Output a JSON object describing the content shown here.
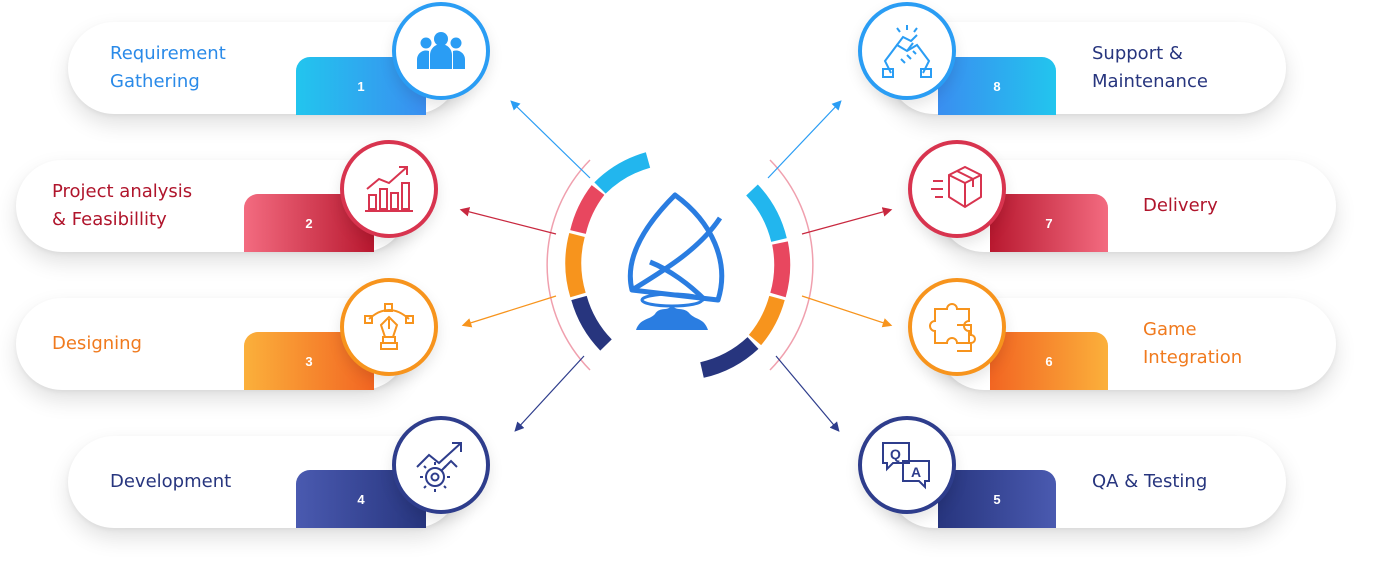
{
  "steps": [
    {
      "number": "1",
      "label": "Requirement\nGathering",
      "icon": "team-icon",
      "color": "#2a9df4",
      "tab_from": "#22c5ee",
      "tab_to": "#3a8ef0",
      "text_color": "#2a8ae8"
    },
    {
      "number": "2",
      "label": "Project analysis\n& Feasibillity",
      "icon": "growth-chart-icon",
      "color": "#d8344f",
      "tab_from": "#f36b80",
      "tab_to": "#b8182f",
      "text_color": "#b0152c"
    },
    {
      "number": "3",
      "label": "Designing",
      "icon": "pen-tool-icon",
      "color": "#f7941d",
      "tab_from": "#fbb03b",
      "tab_to": "#f26522",
      "text_color": "#f07a1e"
    },
    {
      "number": "4",
      "label": "Development",
      "icon": "gear-growth-icon",
      "color": "#2e3d8c",
      "tab_from": "#4a5ab0",
      "tab_to": "#27357e",
      "text_color": "#27357e"
    },
    {
      "number": "5",
      "label": "QA & Testing",
      "icon": "qa-chat-icon",
      "color": "#2e3d8c",
      "tab_from": "#27357e",
      "tab_to": "#4a5ab0",
      "text_color": "#27357e"
    },
    {
      "number": "6",
      "label": "Game\nIntegration",
      "icon": "puzzle-icon",
      "color": "#f7941d",
      "tab_from": "#f26522",
      "tab_to": "#fbb03b",
      "text_color": "#f07a1e"
    },
    {
      "number": "7",
      "label": "Delivery",
      "icon": "delivery-box-icon",
      "color": "#d8344f",
      "tab_from": "#b8182f",
      "tab_to": "#f36b80",
      "text_color": "#b0152c"
    },
    {
      "number": "8",
      "label": "Support &\nMaintenance",
      "icon": "handshake-icon",
      "color": "#2a9df4",
      "tab_from": "#3a8ef0",
      "tab_to": "#22c5ee",
      "text_color": "#27357e"
    }
  ],
  "center": {
    "logo": "brand-logo",
    "logo_color": "#2a7de1"
  }
}
